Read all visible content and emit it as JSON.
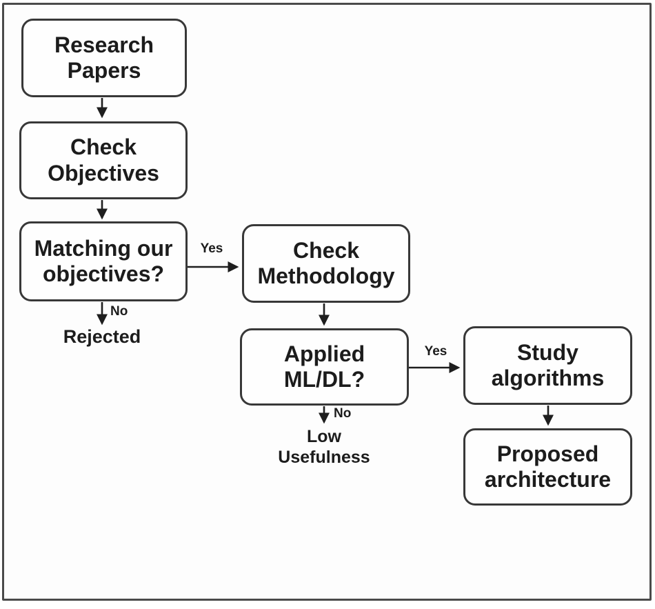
{
  "diagram": {
    "type": "flowchart",
    "description": "Research paper screening flowchart",
    "colors": {
      "node_border": "#383838",
      "node_fill": "#fefefe",
      "frame_border": "#4a4a4a",
      "text": "#1c1c1c",
      "arrow": "#1e1e1e"
    },
    "nodes": {
      "research_papers": {
        "label": "Research\nPapers"
      },
      "check_objectives": {
        "label": "Check\nObjectives"
      },
      "matching_objectives": {
        "label": "Matching our\nobjectives?"
      },
      "check_methodology": {
        "label": "Check\nMethodology"
      },
      "applied_mldl": {
        "label": "Applied\nML/DL?"
      },
      "study_algorithms": {
        "label": "Study\nalgorithms"
      },
      "proposed_architecture": {
        "label": "Proposed\narchitecture"
      }
    },
    "edges": {
      "papers_to_objectives": {
        "from": "research_papers",
        "to": "check_objectives",
        "label": ""
      },
      "objectives_to_matching": {
        "from": "check_objectives",
        "to": "matching_objectives",
        "label": ""
      },
      "matching_yes": {
        "from": "matching_objectives",
        "to": "check_methodology",
        "label": "Yes"
      },
      "matching_no": {
        "from": "matching_objectives",
        "to": "rejected",
        "label": "No"
      },
      "methodology_to_applied": {
        "from": "check_methodology",
        "to": "applied_mldl",
        "label": ""
      },
      "applied_yes": {
        "from": "applied_mldl",
        "to": "study_algorithms",
        "label": "Yes"
      },
      "applied_no": {
        "from": "applied_mldl",
        "to": "low_usefulness",
        "label": "No"
      },
      "study_to_proposed": {
        "from": "study_algorithms",
        "to": "proposed_architecture",
        "label": ""
      }
    },
    "terminals": {
      "rejected": {
        "label": "Rejected"
      },
      "low_usefulness": {
        "label": "Low\nUsefulness"
      }
    }
  }
}
